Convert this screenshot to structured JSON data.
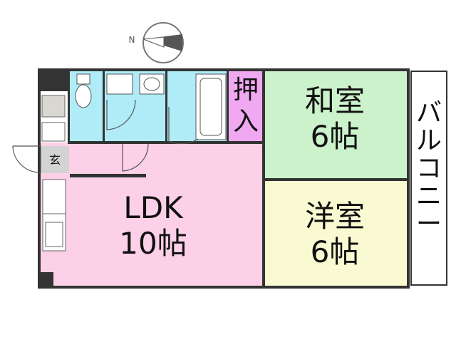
{
  "compass": {
    "north_label": "N"
  },
  "rooms": {
    "washitsu": {
      "name": "和室",
      "size": "6帖",
      "color": "#ccf2cc"
    },
    "yoshitsu": {
      "name": "洋室",
      "size": "6帖",
      "color": "#fafad2"
    },
    "ldk": {
      "name": "LDK",
      "size": "10帖",
      "color": "#fcd0e6"
    },
    "oshiire": {
      "line1": "押",
      "line2": "入",
      "color": "#f0a8f0"
    },
    "genkan": {
      "name": "玄",
      "color": "#d3d3d3"
    },
    "balcony": {
      "chars": [
        "バ",
        "ル",
        "コ",
        "ニ",
        "ー"
      ]
    },
    "wet_areas": {
      "color": "#b0ecf8"
    }
  },
  "colors": {
    "wall": "#333333",
    "floor_border": "#222222"
  }
}
